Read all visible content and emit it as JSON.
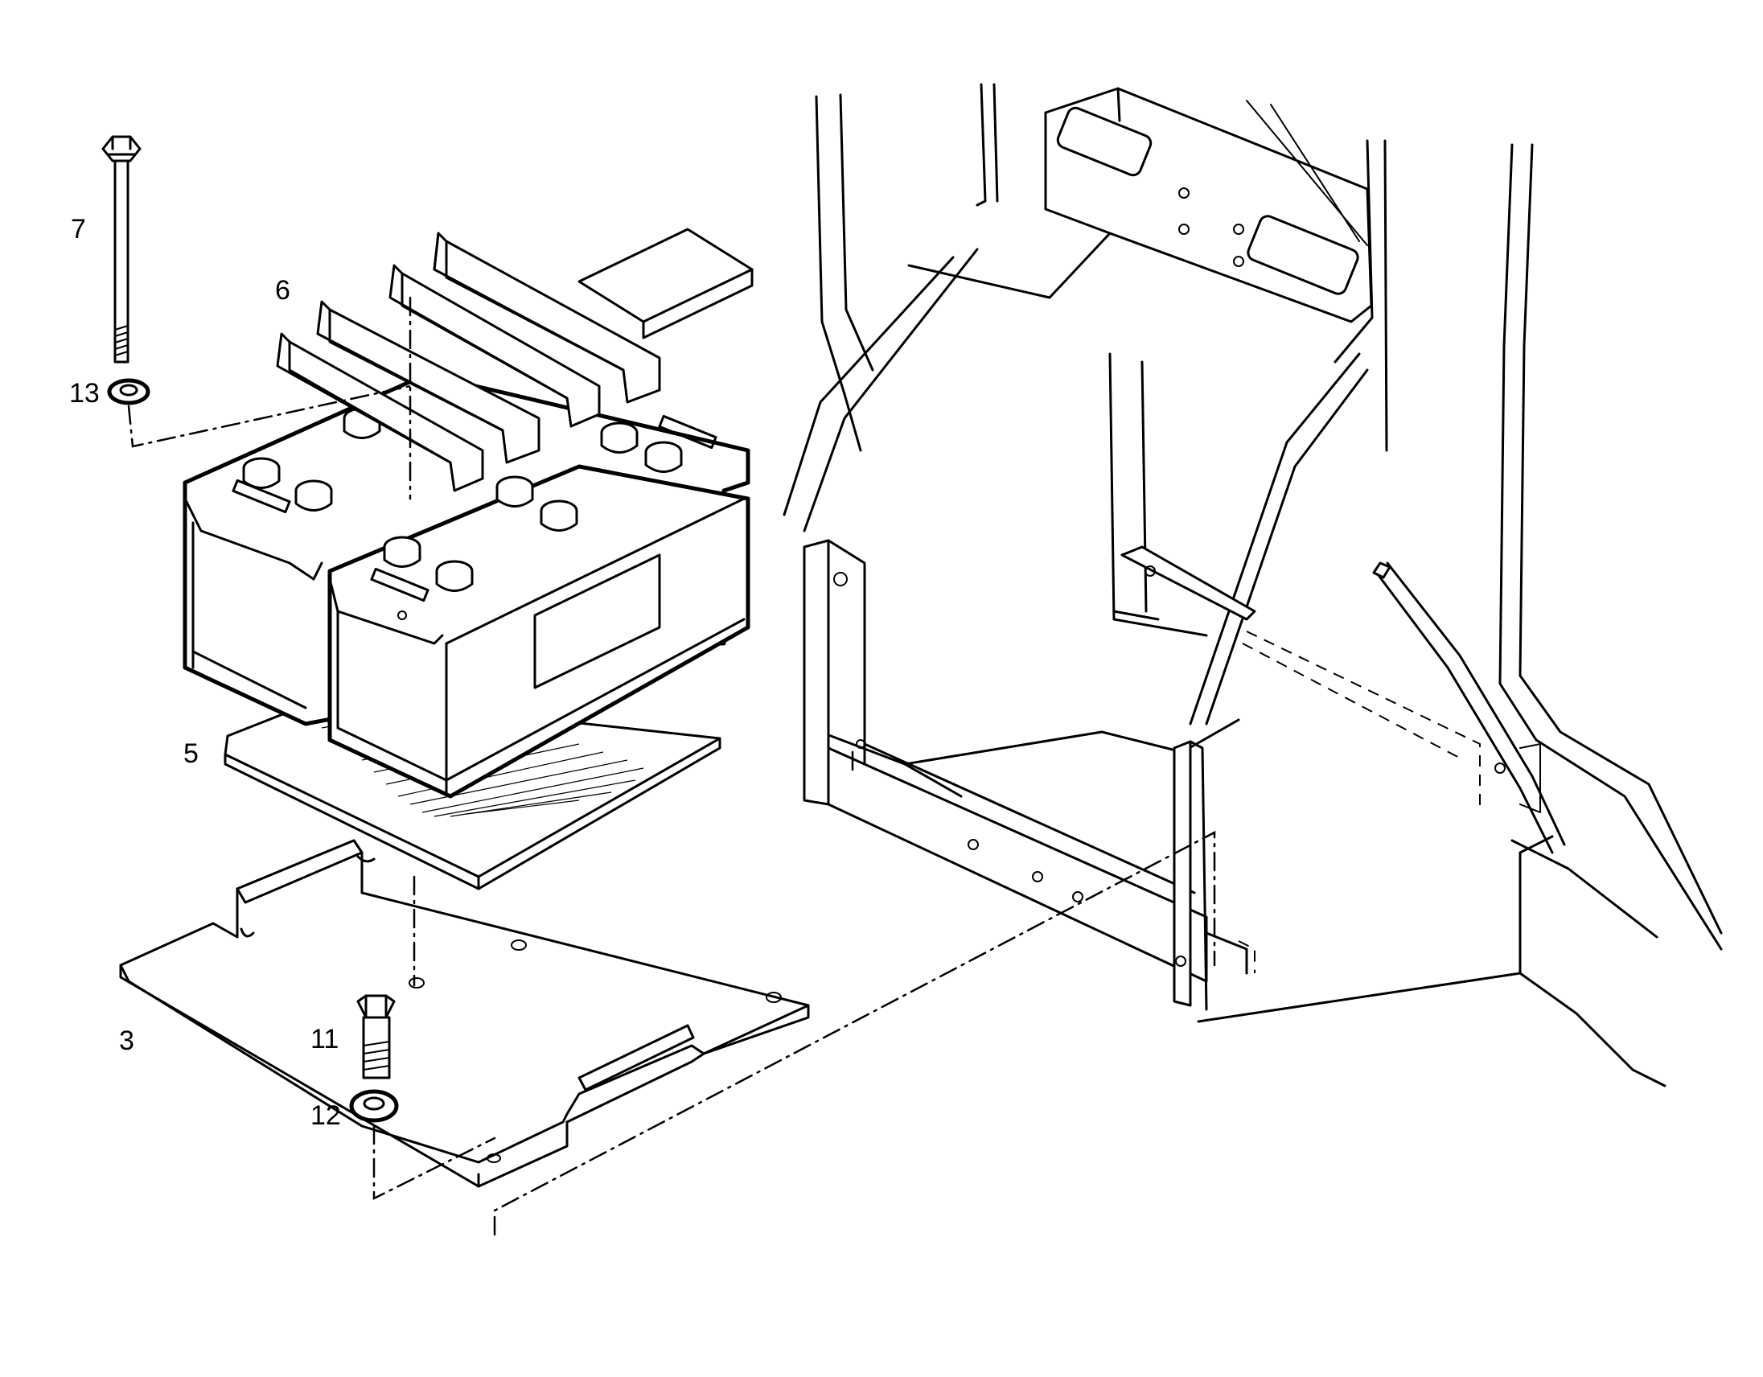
{
  "callouts": [
    {
      "id": "3",
      "label": "3"
    },
    {
      "id": "5",
      "label": "5"
    },
    {
      "id": "6",
      "label": "6"
    },
    {
      "id": "7",
      "label": "7"
    },
    {
      "id": "11",
      "label": "11"
    },
    {
      "id": "12",
      "label": "12"
    },
    {
      "id": "13",
      "label": "13"
    }
  ],
  "colors": {
    "line": "#000000",
    "background": "#ffffff"
  }
}
